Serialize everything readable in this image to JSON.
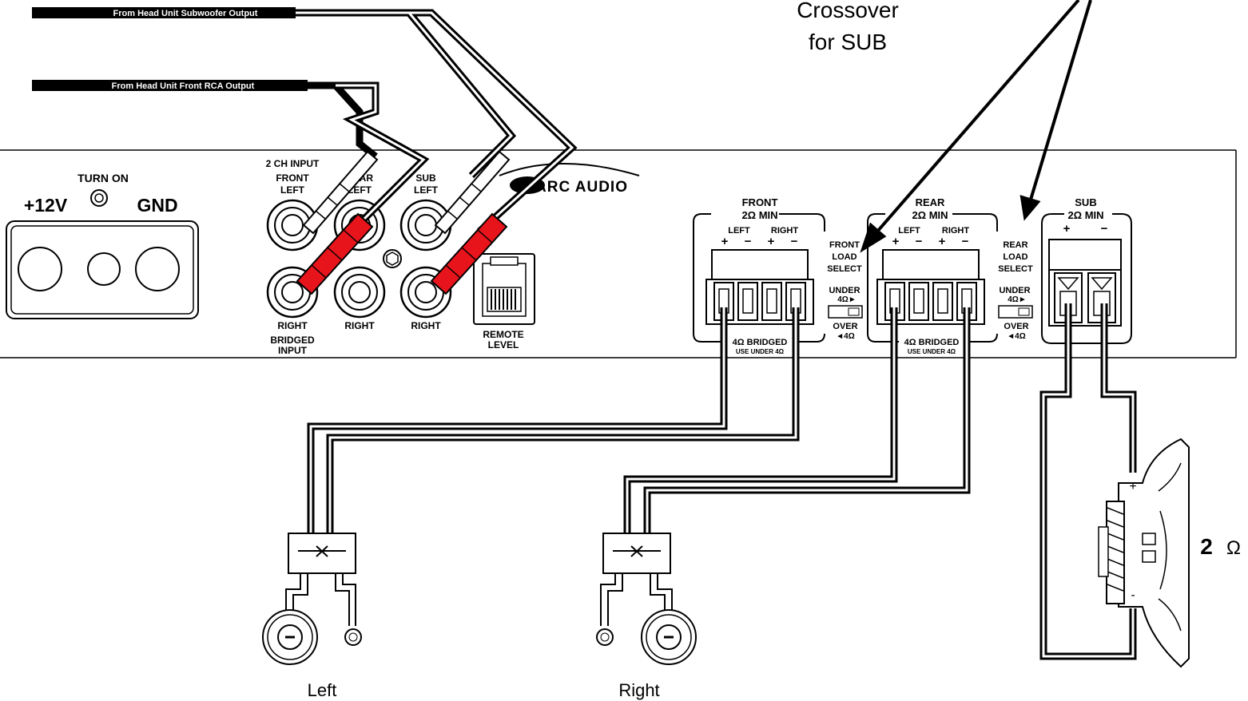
{
  "cables": {
    "sub_output": "From Head Unit Subwoofer Output",
    "front_output": "From Head Unit Front RCA Output"
  },
  "callout": {
    "line1": "Crossover",
    "line2": "for SUB"
  },
  "power": {
    "plus12v": "+12V",
    "turn_on": "TURN ON",
    "gnd": "GND"
  },
  "inputs": {
    "ch2_input": "2 CH INPUT",
    "front": "FRONT",
    "front_left": "LEFT",
    "rear": "REAR",
    "rear_left": "LEFT",
    "sub": "SUB",
    "sub_left": "LEFT",
    "front_right": "RIGHT",
    "bridged": "BRIDGED",
    "input": "INPUT",
    "rear_right": "RIGHT",
    "sub_right": "RIGHT",
    "remote": "REMOTE",
    "level": "LEVEL"
  },
  "brand": "ARC AUDIO",
  "front_section": {
    "title": "FRONT",
    "min": "2Ω MIN",
    "left": "LEFT",
    "right": "RIGHT",
    "plus": "+",
    "minus": "−",
    "bridged": "4Ω BRIDGED",
    "use_under": "USE UNDER 4Ω",
    "load_1": "FRONT",
    "load_2": "LOAD",
    "load_3": "SELECT",
    "under": "UNDER",
    "under_val": "4Ω►",
    "over": "OVER",
    "over_val": "◄4Ω"
  },
  "rear_section": {
    "title": "REAR",
    "min": "2Ω MIN",
    "left": "LEFT",
    "right": "RIGHT",
    "plus": "+",
    "minus": "−",
    "bridged": "4Ω BRIDGED",
    "use_under": "USE UNDER 4Ω",
    "load_1": "REAR",
    "load_2": "LOAD",
    "load_3": "SELECT",
    "under": "UNDER",
    "under_val": "4Ω►",
    "over": "OVER",
    "over_val": "◄4Ω"
  },
  "sub_section": {
    "title": "SUB",
    "min": "2Ω MIN",
    "plus": "+",
    "minus": "−"
  },
  "speakers": {
    "left": "Left",
    "right": "Right",
    "sub_plus": "+",
    "sub_minus": "-",
    "sub_ohm_num": "2",
    "sub_ohm_sym": "Ω"
  }
}
